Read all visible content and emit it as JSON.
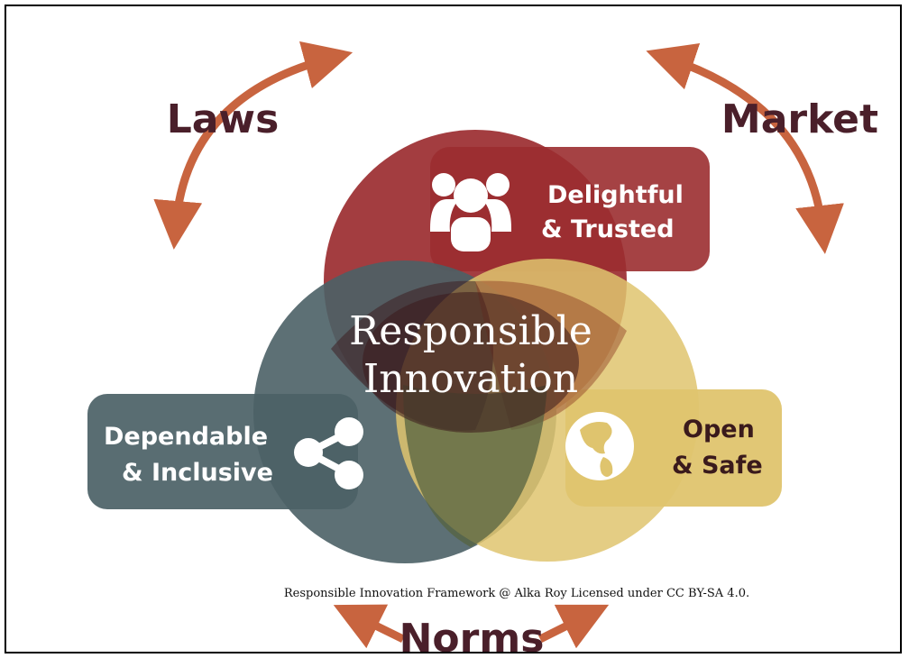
{
  "diagram": {
    "center_label_line1": "Responsible",
    "center_label_line2": "Innovation",
    "forces": {
      "laws": "Laws",
      "market": "Market",
      "norms": "Norms"
    },
    "pillars": {
      "top": {
        "line1": "Delightful",
        "line2": "& Trusted",
        "icon": "users-icon"
      },
      "left": {
        "line1": "Dependable",
        "line2": "& Inclusive",
        "icon": "share-icon"
      },
      "right": {
        "line1": "Open",
        "line2": "& Safe",
        "icon": "globe-icon"
      }
    },
    "caption": "Responsible Innovation Framework @ Alka Roy Licensed under CC BY-SA 4.0.",
    "colors": {
      "red": "#9b2d30",
      "teal": "#4b6166",
      "gold": "#dfc46e",
      "arrow": "#c8643f",
      "heading": "#4a1f2a"
    }
  }
}
